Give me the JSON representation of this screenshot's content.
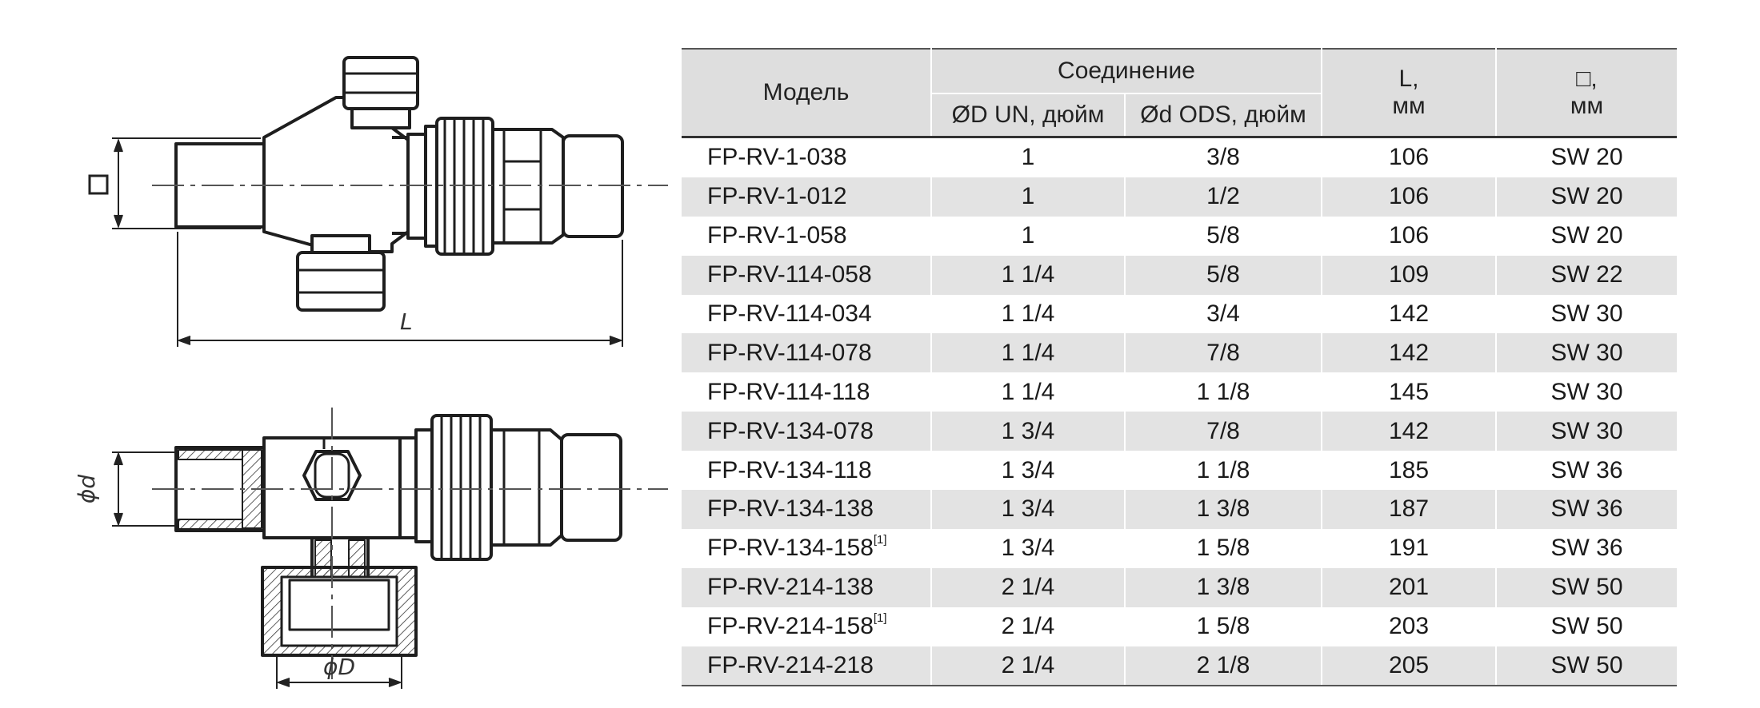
{
  "drawing": {
    "labels": {
      "square": "□",
      "length": "L",
      "small_diameter": "ϕd",
      "large_diameter": "ϕD"
    }
  },
  "table": {
    "headers": {
      "model": "Модель",
      "connection": "Соединение",
      "un": "ØD UN, дюйм",
      "ods": "Ød ODS, дюйм",
      "length_l1": "L,",
      "length_l2": "мм",
      "size_l1": "□,",
      "size_l2": "мм"
    },
    "rows": [
      {
        "model": "FP-RV-1-038",
        "note": "",
        "un": "1",
        "ods": "3/8",
        "l": "106",
        "sw": "SW 20"
      },
      {
        "model": "FP-RV-1-012",
        "note": "",
        "un": "1",
        "ods": "1/2",
        "l": "106",
        "sw": "SW 20"
      },
      {
        "model": "FP-RV-1-058",
        "note": "",
        "un": "1",
        "ods": "5/8",
        "l": "106",
        "sw": "SW 20"
      },
      {
        "model": "FP-RV-114-058",
        "note": "",
        "un": "1 1/4",
        "ods": "5/8",
        "l": "109",
        "sw": "SW 22"
      },
      {
        "model": "FP-RV-114-034",
        "note": "",
        "un": "1 1/4",
        "ods": "3/4",
        "l": "142",
        "sw": "SW  30"
      },
      {
        "model": "FP-RV-114-078",
        "note": "",
        "un": "1 1/4",
        "ods": "7/8",
        "l": "142",
        "sw": "SW 30"
      },
      {
        "model": "FP-RV-114-118",
        "note": "",
        "un": "1 1/4",
        "ods": "1 1/8",
        "l": "145",
        "sw": "SW 30"
      },
      {
        "model": "FP-RV-134-078",
        "note": "",
        "un": "1 3/4",
        "ods": "7/8",
        "l": "142",
        "sw": "SW 30"
      },
      {
        "model": "FP-RV-134-118",
        "note": "",
        "un": "1 3/4",
        "ods": "1 1/8",
        "l": "185",
        "sw": "SW 36"
      },
      {
        "model": "FP-RV-134-138",
        "note": "",
        "un": "1 3/4",
        "ods": "1 3/8",
        "l": "187",
        "sw": "SW 36"
      },
      {
        "model": "FP-RV-134-158",
        "note": "[1]",
        "un": "1 3/4",
        "ods": "1 5/8",
        "l": "191",
        "sw": "SW 36"
      },
      {
        "model": "FP-RV-214-138",
        "note": "",
        "un": "2 1/4",
        "ods": "1 3/8",
        "l": "201",
        "sw": "SW 50"
      },
      {
        "model": "FP-RV-214-158",
        "note": "[1]",
        "un": "2 1/4",
        "ods": "1 5/8",
        "l": "203",
        "sw": "SW 50"
      },
      {
        "model": "FP-RV-214-218",
        "note": "",
        "un": "2 1/4",
        "ods": "2 1/8",
        "l": "205",
        "sw": "SW 50"
      }
    ]
  }
}
